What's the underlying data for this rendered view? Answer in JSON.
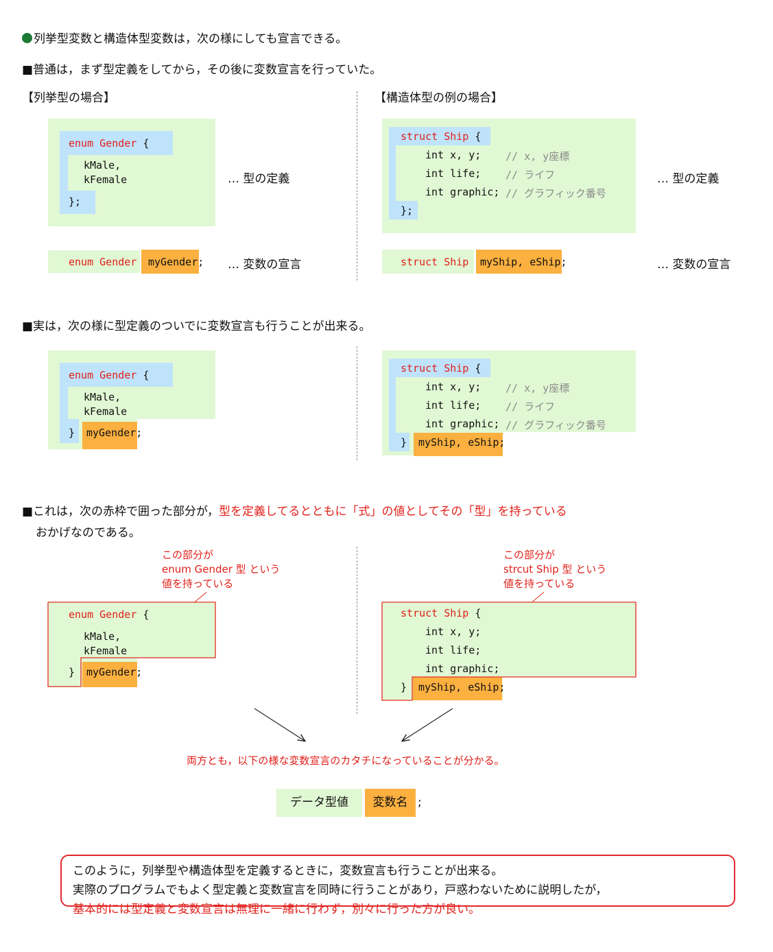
{
  "header": {
    "line1": "列挙型変数と構造体型変数は，次の様にしても宣言できる。",
    "line2": "■普通は，まず型定義をしてから，その後に変数宣言を行っていた。"
  },
  "section1": {
    "left_title": "【列挙型の場合】",
    "right_title": "【構造体型の例の場合】",
    "label_typedef": "… 型の定義",
    "label_vardecl": "… 変数の宣言"
  },
  "enum_code": {
    "head": "enum Gender {",
    "m1": "kMale,",
    "m2": "kFemale",
    "close_semi": "};",
    "close": "}",
    "enum_kw": "enum Gender",
    "var": "myGender",
    "semi": ";"
  },
  "struct_code": {
    "head": "struct Ship {",
    "l1": "int x, y;",
    "l2": "int life;",
    "l3": "int graphic;",
    "c1": "// x, y座標",
    "c2": "// ライフ",
    "c3": "// グラフィック番号",
    "close_semi": "};",
    "close": "}",
    "struct_kw": "struct Ship",
    "vars": "myShip, eShip",
    "semi": ";"
  },
  "section2": {
    "heading": "■実は，次の様に型定義のついでに変数宣言も行うことが出来る。"
  },
  "section3": {
    "heading_black": "■これは，次の赤枠で囲った部分が，",
    "heading_red": "型を定義してるとともに「式」の値としてその「型」を持っている",
    "heading_line2": "おかげなのである。",
    "callout_left": [
      "この部分が",
      "enum Gender 型 という",
      "値を持っている"
    ],
    "callout_right": [
      "この部分が",
      "strcut Ship 型 という",
      "値を持っている"
    ],
    "conclusion": "両方とも，以下の様な変数宣言のカタチになっていることが分かる。",
    "pattern_type": "データ型値",
    "pattern_var": "変数名",
    "pattern_semi": ";"
  },
  "summary": {
    "line1": "このように，列挙型や構造体型を定義するときに，変数宣言も行うことが出来る。",
    "line2": "実際のプログラムでもよく型定義と変数宣言を同時に行うことがあり，戸惑わないために説明したが，",
    "line3": "基本的には型定義と変数宣言は無理に一緒に行わず，別々に行った方が良い。"
  },
  "colors": {
    "code_bg": "#e1f8d4",
    "type_highlight": "#bfe3fb",
    "var_highlight": "#fbb040",
    "keyword_red": "#e0201a",
    "comment_gray": "#8a8a8a",
    "bullet_green": "#1c7a35"
  }
}
